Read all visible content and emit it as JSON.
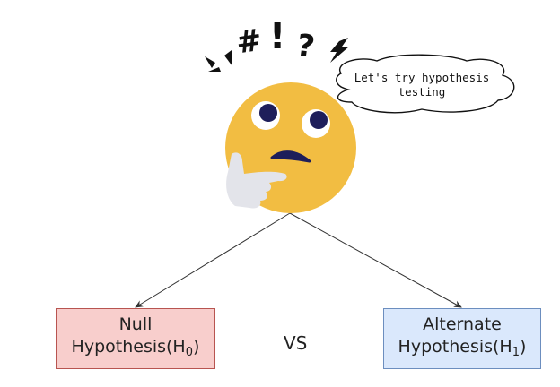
{
  "speech_bubble": {
    "line1": "Let's try hypothesis",
    "line2": "testing"
  },
  "exclamation": "#!?",
  "null_box": {
    "label_line1": "Null",
    "label_line2": "Hypothesis(H",
    "subscript": "0",
    "close": ")",
    "fill": "#f8cecc",
    "stroke": "#b85450"
  },
  "alt_box": {
    "label_line1": "Alternate",
    "label_line2": "Hypothesis(H",
    "subscript": "1",
    "close": ")",
    "fill": "#dae8fc",
    "stroke": "#6c8ebf"
  },
  "vs_label": "VS",
  "colors": {
    "face": "#f2bd42",
    "eyes": "#1e1e5a",
    "hand": "#e3e4ea"
  }
}
